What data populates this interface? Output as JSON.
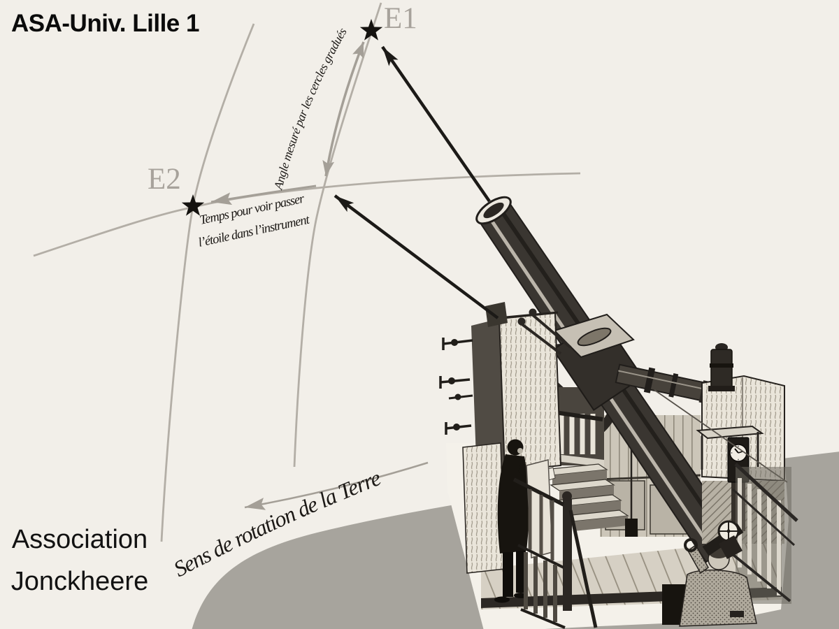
{
  "slide": {
    "title": "ASA-Univ. Lille 1",
    "association": {
      "line1": "Association",
      "line2": "Jonckheere"
    }
  },
  "diagram": {
    "labels": {
      "e1": "E1",
      "e2": "E2"
    },
    "annotations": {
      "angle": "Angle mesuré par les cercles gradués",
      "temps1": "Temps pour voir passer",
      "temps2": "l’étoile dans l’instrument",
      "sens": "Sens de rotation de la Terre"
    },
    "icons": {
      "star_e1": "star-icon",
      "star_e2": "star-icon",
      "engraving": "meridian-telescope-engraving"
    },
    "colors": {
      "background": "#f2efe9",
      "earth_gray": "#a7a49d",
      "arc_gray": "#b3aea6",
      "arrow_gray": "#a49f97",
      "label_gray": "#a7a29b",
      "ink_black": "#1c1a17"
    }
  }
}
